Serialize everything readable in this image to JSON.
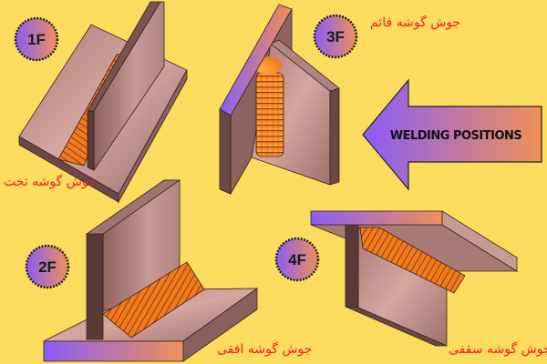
{
  "colors": {
    "background": "#fcdc5e",
    "plate": "#c0918c",
    "plate_dark": "#6b4846",
    "weld": "#f07a1e",
    "gradient_start": "#8a5cf6",
    "gradient_end": "#f0905a",
    "label": "#f02020"
  },
  "arrow": {
    "text": "WELDING POSITIONS",
    "icon": "left-arrow-icon"
  },
  "positions": [
    {
      "code": "1F",
      "label": "جوش گوشه تخت"
    },
    {
      "code": "3F",
      "label": "جوش گوشه قائم"
    },
    {
      "code": "2F",
      "label": "جوش گوشه افقی"
    },
    {
      "code": "4F",
      "label": "جوش گوشه سقفی"
    }
  ]
}
